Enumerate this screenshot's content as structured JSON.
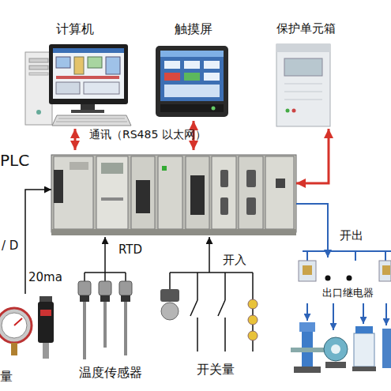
{
  "diagram": {
    "nodes": [
      {
        "text": [
          "计算机"
        ]
      },
      {
        "text": [
          "触摸屏"
        ]
      },
      {
        "text": [
          "保护单元箱"
        ]
      },
      {
        "text": [
          "PLC"
        ]
      },
      {
        "text": [
          "量"
        ]
      },
      {
        "text": [
          "温度传感器"
        ]
      },
      {
        "text": [
          "开关量"
        ]
      },
      {
        "text": [
          "出口继电器"
        ]
      }
    ],
    "edges": [
      {
        "from": 0,
        "to": 3,
        "arrow": "both"
      },
      {
        "from": 1,
        "to": 3,
        "arrow": "both"
      },
      {
        "from": 2,
        "to": 3,
        "arrow": "both"
      },
      {
        "from": 4,
        "to": 3,
        "label": "20ma",
        "arrow": "to"
      },
      {
        "from": 5,
        "to": 3,
        "label": "RTD",
        "arrow": "to"
      },
      {
        "from": 6,
        "to": 3,
        "label": "开入",
        "arrow": "to"
      },
      {
        "from": 3,
        "to": 7,
        "label": "开出",
        "arrow": "to"
      }
    ],
    "labels": [
      "通讯（RS485 以太网）",
      "/ D"
    ]
  }
}
